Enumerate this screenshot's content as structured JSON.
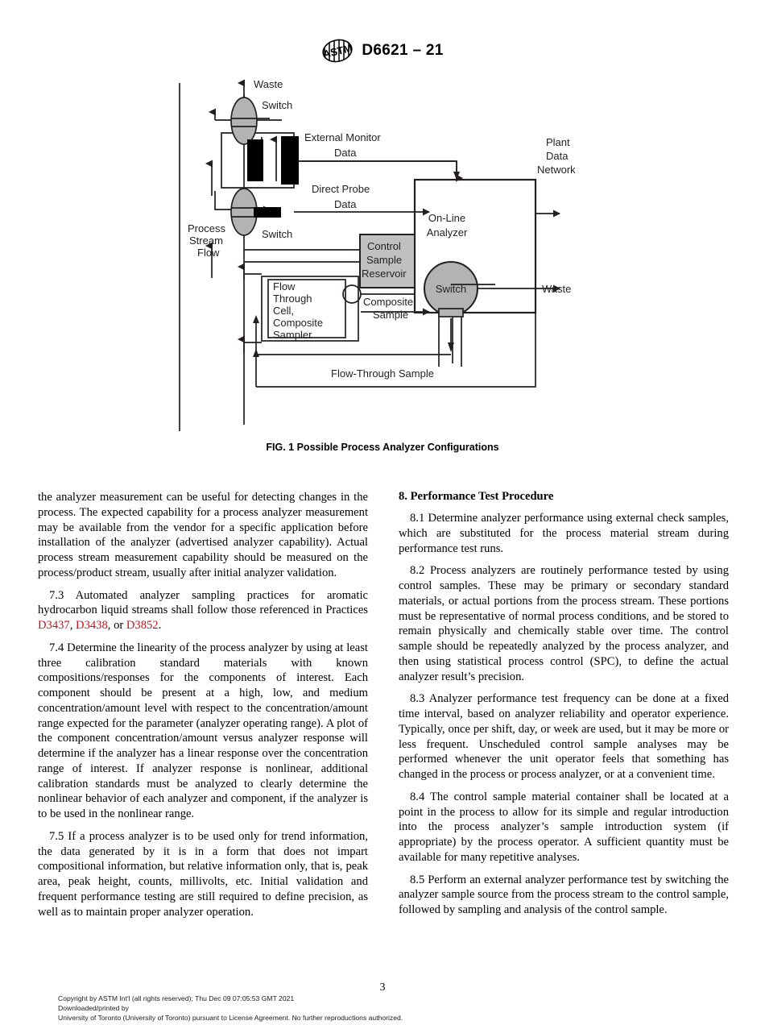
{
  "header": {
    "logo_icon": "astm-logo-icon",
    "designation": "D6621 – 21"
  },
  "figure": {
    "caption": "FIG. 1 Possible Process Analyzer Configurations",
    "labels": {
      "waste_top": "Waste",
      "switch_top": "Switch",
      "switch_mid": "Switch",
      "external_monitor": "External Monitor",
      "external_monitor_data": "Data",
      "direct_probe": "Direct Probe",
      "direct_probe_data": "Data",
      "process_stream_1": "Process",
      "process_stream_2": "Stream",
      "process_stream_3": "Flow",
      "control_sample_1": "Control",
      "control_sample_2": "Sample",
      "control_sample_3": "Reservoir",
      "flow_cell_1": "Flow",
      "flow_cell_2": "Through",
      "flow_cell_3": "Cell,",
      "flow_cell_4": "Composite",
      "flow_cell_5": "Sampler",
      "composite_sample_1": "Composite",
      "composite_sample_2": "Sample",
      "online_analyzer_1": "On-Line",
      "online_analyzer_2": "Analyzer",
      "plant_data_1": "Plant",
      "plant_data_2": "Data",
      "plant_data_3": "Network",
      "switch_right": "Switch",
      "waste_right": "Waste",
      "flow_through_sample": "Flow-Through Sample"
    },
    "colors": {
      "switch_fill": "#b3b3b3",
      "reservoir_fill": "#c0c0c0",
      "probe_fill": "#000000",
      "line": "#231f20"
    }
  },
  "left_column": {
    "paragraphs": [
      {
        "id": "para-7-2-cont",
        "indent": false,
        "text": "the analyzer measurement can be useful for detecting changes in the process. The expected capability for a process analyzer measurement may be available from the vendor for a specific application before installation of the analyzer (advertised analyzer capability). Actual process stream measurement capability should be measured on the process/product stream, usually after initial analyzer validation."
      },
      {
        "id": "para-7-3",
        "indent": true,
        "text_before": "7.3 Automated analyzer sampling practices for aromatic hydrocarbon liquid streams shall follow those referenced in Practices ",
        "xref1": "D3437",
        "sep1": ", ",
        "xref2": "D3438",
        "sep2": ", or ",
        "xref3": "D3852",
        "text_after": "."
      },
      {
        "id": "para-7-4",
        "indent": true,
        "text": "7.4 Determine the linearity of the process analyzer by using at least three calibration standard materials with known compositions/responses for the components of interest. Each component should be present at a high, low, and medium concentration/amount level with respect to the concentration/amount range expected for the parameter (analyzer operating range). A plot of the component concentration/amount versus analyzer response will determine if the analyzer has a linear response over the concentration range of interest. If analyzer response is nonlinear, additional calibration standards must be analyzed to clearly determine the nonlinear behavior of each analyzer and component, if the analyzer is to be used in the nonlinear range."
      },
      {
        "id": "para-7-5",
        "indent": true,
        "text": "7.5 If a process analyzer is to be used only for trend information, the data generated by it is in a form that does not impart compositional information, but relative information only, that is, peak area, peak height, counts, millivolts, etc. Initial validation and frequent performance testing are still required to define precision, as well as to maintain proper analyzer operation."
      }
    ]
  },
  "right_column": {
    "heading": "8.  Performance Test Procedure",
    "paragraphs": [
      {
        "id": "para-8-1",
        "indent": true,
        "text": "8.1 Determine analyzer performance using external check samples, which are substituted for the process material stream during performance test runs."
      },
      {
        "id": "para-8-2",
        "indent": true,
        "text": "8.2 Process analyzers are routinely performance tested by using control samples. These may be primary or secondary standard materials, or actual portions from the process stream. These portions must be representative of normal process conditions, and be stored to remain physically and chemically stable over time. The control sample should be repeatedly analyzed by the process analyzer, and then using statistical process control (SPC), to define the actual analyzer result’s precision."
      },
      {
        "id": "para-8-3",
        "indent": true,
        "text": "8.3 Analyzer performance test frequency can be done at a fixed time interval, based on analyzer reliability and operator experience. Typically, once per shift, day, or week are used, but it may be more or less frequent. Unscheduled control sample analyses may be performed whenever the unit operator feels that something has changed in the process or process analyzer, or at a convenient time."
      },
      {
        "id": "para-8-4",
        "indent": true,
        "text": "8.4 The control sample material container shall be located at a point in the process to allow for its simple and regular introduction into the process analyzer’s sample introduction system (if appropriate) by the process operator. A sufficient quantity must be available for many repetitive analyses."
      },
      {
        "id": "para-8-5",
        "indent": true,
        "text": "8.5 Perform an external analyzer performance test by switching the analyzer sample source from the process stream to the control sample, followed by sampling and analysis of the control sample."
      }
    ]
  },
  "footer": {
    "page_number": "3",
    "line1": "Copyright by ASTM Int'l (all rights reserved); Thu Dec 09 07:05:53 GMT 2021",
    "line2": "Downloaded/printed by",
    "line3": "University of Toronto (University of Toronto) pursuant to License Agreement. No further reproductions authorized."
  }
}
